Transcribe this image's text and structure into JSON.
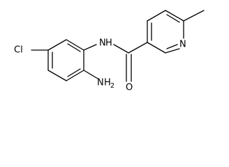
{
  "molecule": {
    "atoms": {
      "chlorine": "Cl",
      "amide_nitrogen": "N",
      "amide_hydrogen": "H",
      "amine_nitrogen": "N",
      "amine_hydrogen": "H",
      "amine_h_count": "2",
      "carbonyl_oxygen": "O",
      "pyridine_nitrogen": "N"
    }
  }
}
